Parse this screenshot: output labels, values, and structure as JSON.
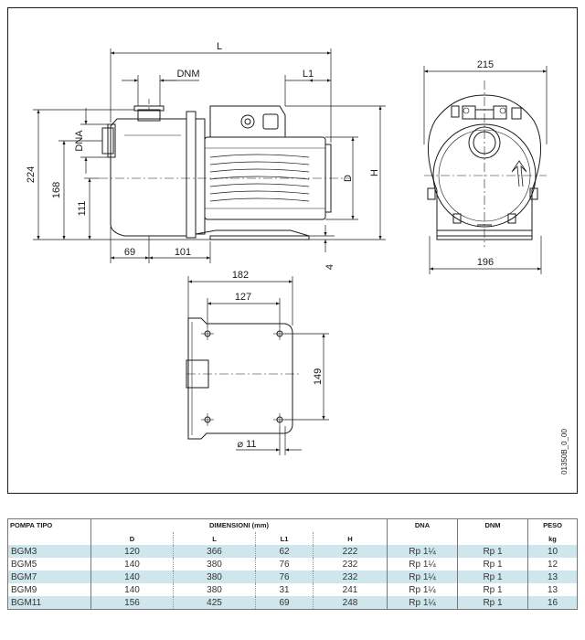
{
  "drawing": {
    "dims": {
      "L": "L",
      "L1": "L1",
      "DNM": "DNM",
      "DNA": "DNA",
      "d224": "224",
      "d168": "168",
      "d111": "111",
      "d69": "69",
      "d101": "101",
      "D": "D",
      "H": "H",
      "d4": "4",
      "d215": "215",
      "d196": "196",
      "d182": "182",
      "d127": "127",
      "d149": "149",
      "hole": "⌀ 11"
    },
    "code": "01350B_0_00"
  },
  "table": {
    "headers": {
      "model": "POMPA TIPO",
      "dims": "DIMENSIONI (mm)",
      "dna": "DNA",
      "dnm": "DNM",
      "weight": "PESO",
      "D": "D",
      "L": "L",
      "L1": "L1",
      "H": "H",
      "kg": "kg"
    },
    "rows": [
      {
        "model": "BGM3",
        "D": "120",
        "L": "366",
        "L1": "62",
        "H": "222",
        "DNA": "Rp 1¼",
        "DNM": "Rp 1",
        "kg": "10"
      },
      {
        "model": "BGM5",
        "D": "140",
        "L": "380",
        "L1": "76",
        "H": "232",
        "DNA": "Rp 1¼",
        "DNM": "Rp 1",
        "kg": "12"
      },
      {
        "model": "BGM7",
        "D": "140",
        "L": "380",
        "L1": "76",
        "H": "232",
        "DNA": "Rp 1¼",
        "DNM": "Rp 1",
        "kg": "13"
      },
      {
        "model": "BGM9",
        "D": "140",
        "L": "380",
        "L1": "31",
        "H": "241",
        "DNA": "Rp 1¼",
        "DNM": "Rp 1",
        "kg": "13"
      },
      {
        "model": "BGM11",
        "D": "156",
        "L": "425",
        "L1": "69",
        "H": "248",
        "DNA": "Rp 1¼",
        "DNM": "Rp 1",
        "kg": "16"
      }
    ]
  },
  "colors": {
    "row_shade": "#cfe7ec",
    "line": "#1a1a1a"
  }
}
